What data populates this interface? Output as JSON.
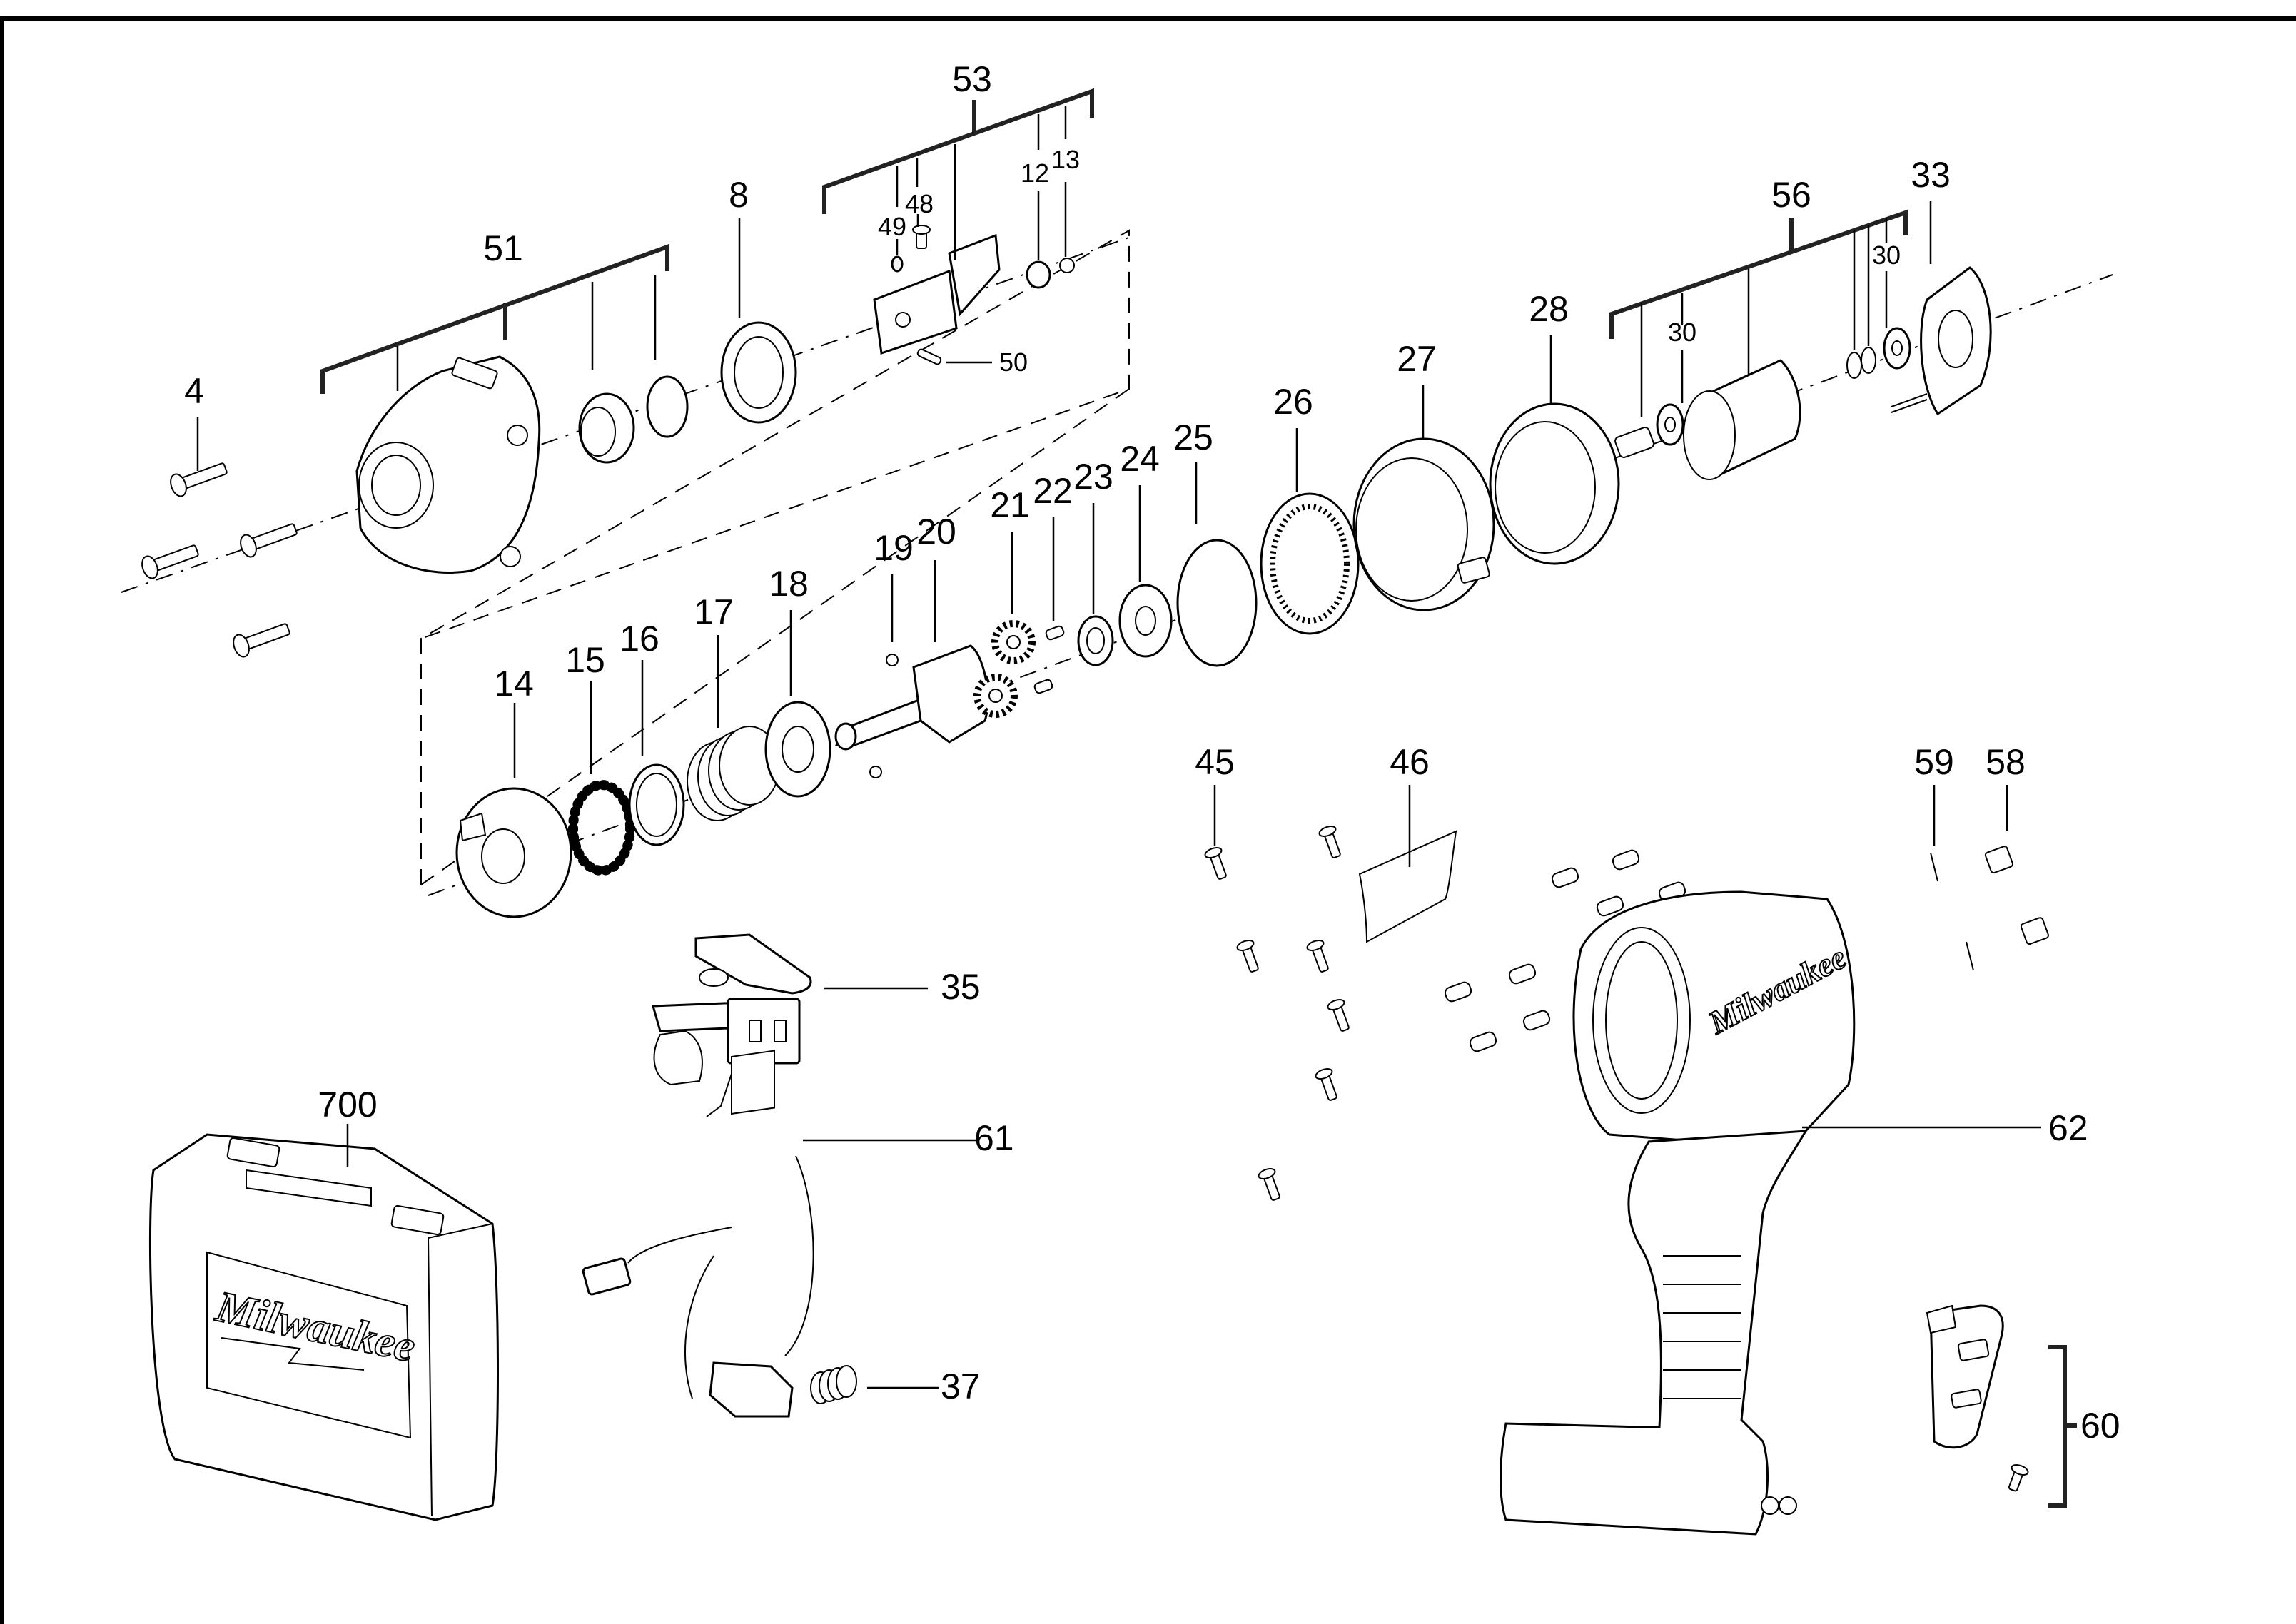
{
  "document": {
    "type": "exploded parts diagram",
    "subject": "cordless impact wrench service parts",
    "brand_marks": {
      "case_logo": "Milwaukee",
      "housing_logo": "Milwaukee"
    }
  },
  "callouts": {
    "c4": "4",
    "c51": "51",
    "c8": "8",
    "c53": "53",
    "c49": "49",
    "c48": "48",
    "c12": "12",
    "c13": "13",
    "c50": "50",
    "c56": "56",
    "c33": "33",
    "c30a": "30",
    "c30b": "30",
    "c28": "28",
    "c27": "27",
    "c26": "26",
    "c25": "25",
    "c24": "24",
    "c23": "23",
    "c22": "22",
    "c21": "21",
    "c20": "20",
    "c19": "19",
    "c18": "18",
    "c17": "17",
    "c16": "16",
    "c15": "15",
    "c14": "14",
    "c45": "45",
    "c46": "46",
    "c59": "59",
    "c58": "58",
    "c35": "35",
    "c700": "700",
    "c61": "61",
    "c62": "62",
    "c37": "37",
    "c60": "60"
  },
  "assemblies": [
    {
      "id": "51",
      "name": "front housing assembly",
      "members": [
        "front housing",
        "bushing",
        "o-ring"
      ]
    },
    {
      "id": "53",
      "name": "anvil assembly",
      "members": [
        "49",
        "48",
        "anvil",
        "12",
        "13"
      ]
    },
    {
      "id": "56",
      "name": "rotor assembly",
      "members": [
        "pinion",
        "30",
        "rotor",
        "washer",
        "washer",
        "30"
      ]
    },
    {
      "id": "60",
      "name": "belt clip kit",
      "members": [
        "belt clip",
        "screw"
      ]
    }
  ]
}
